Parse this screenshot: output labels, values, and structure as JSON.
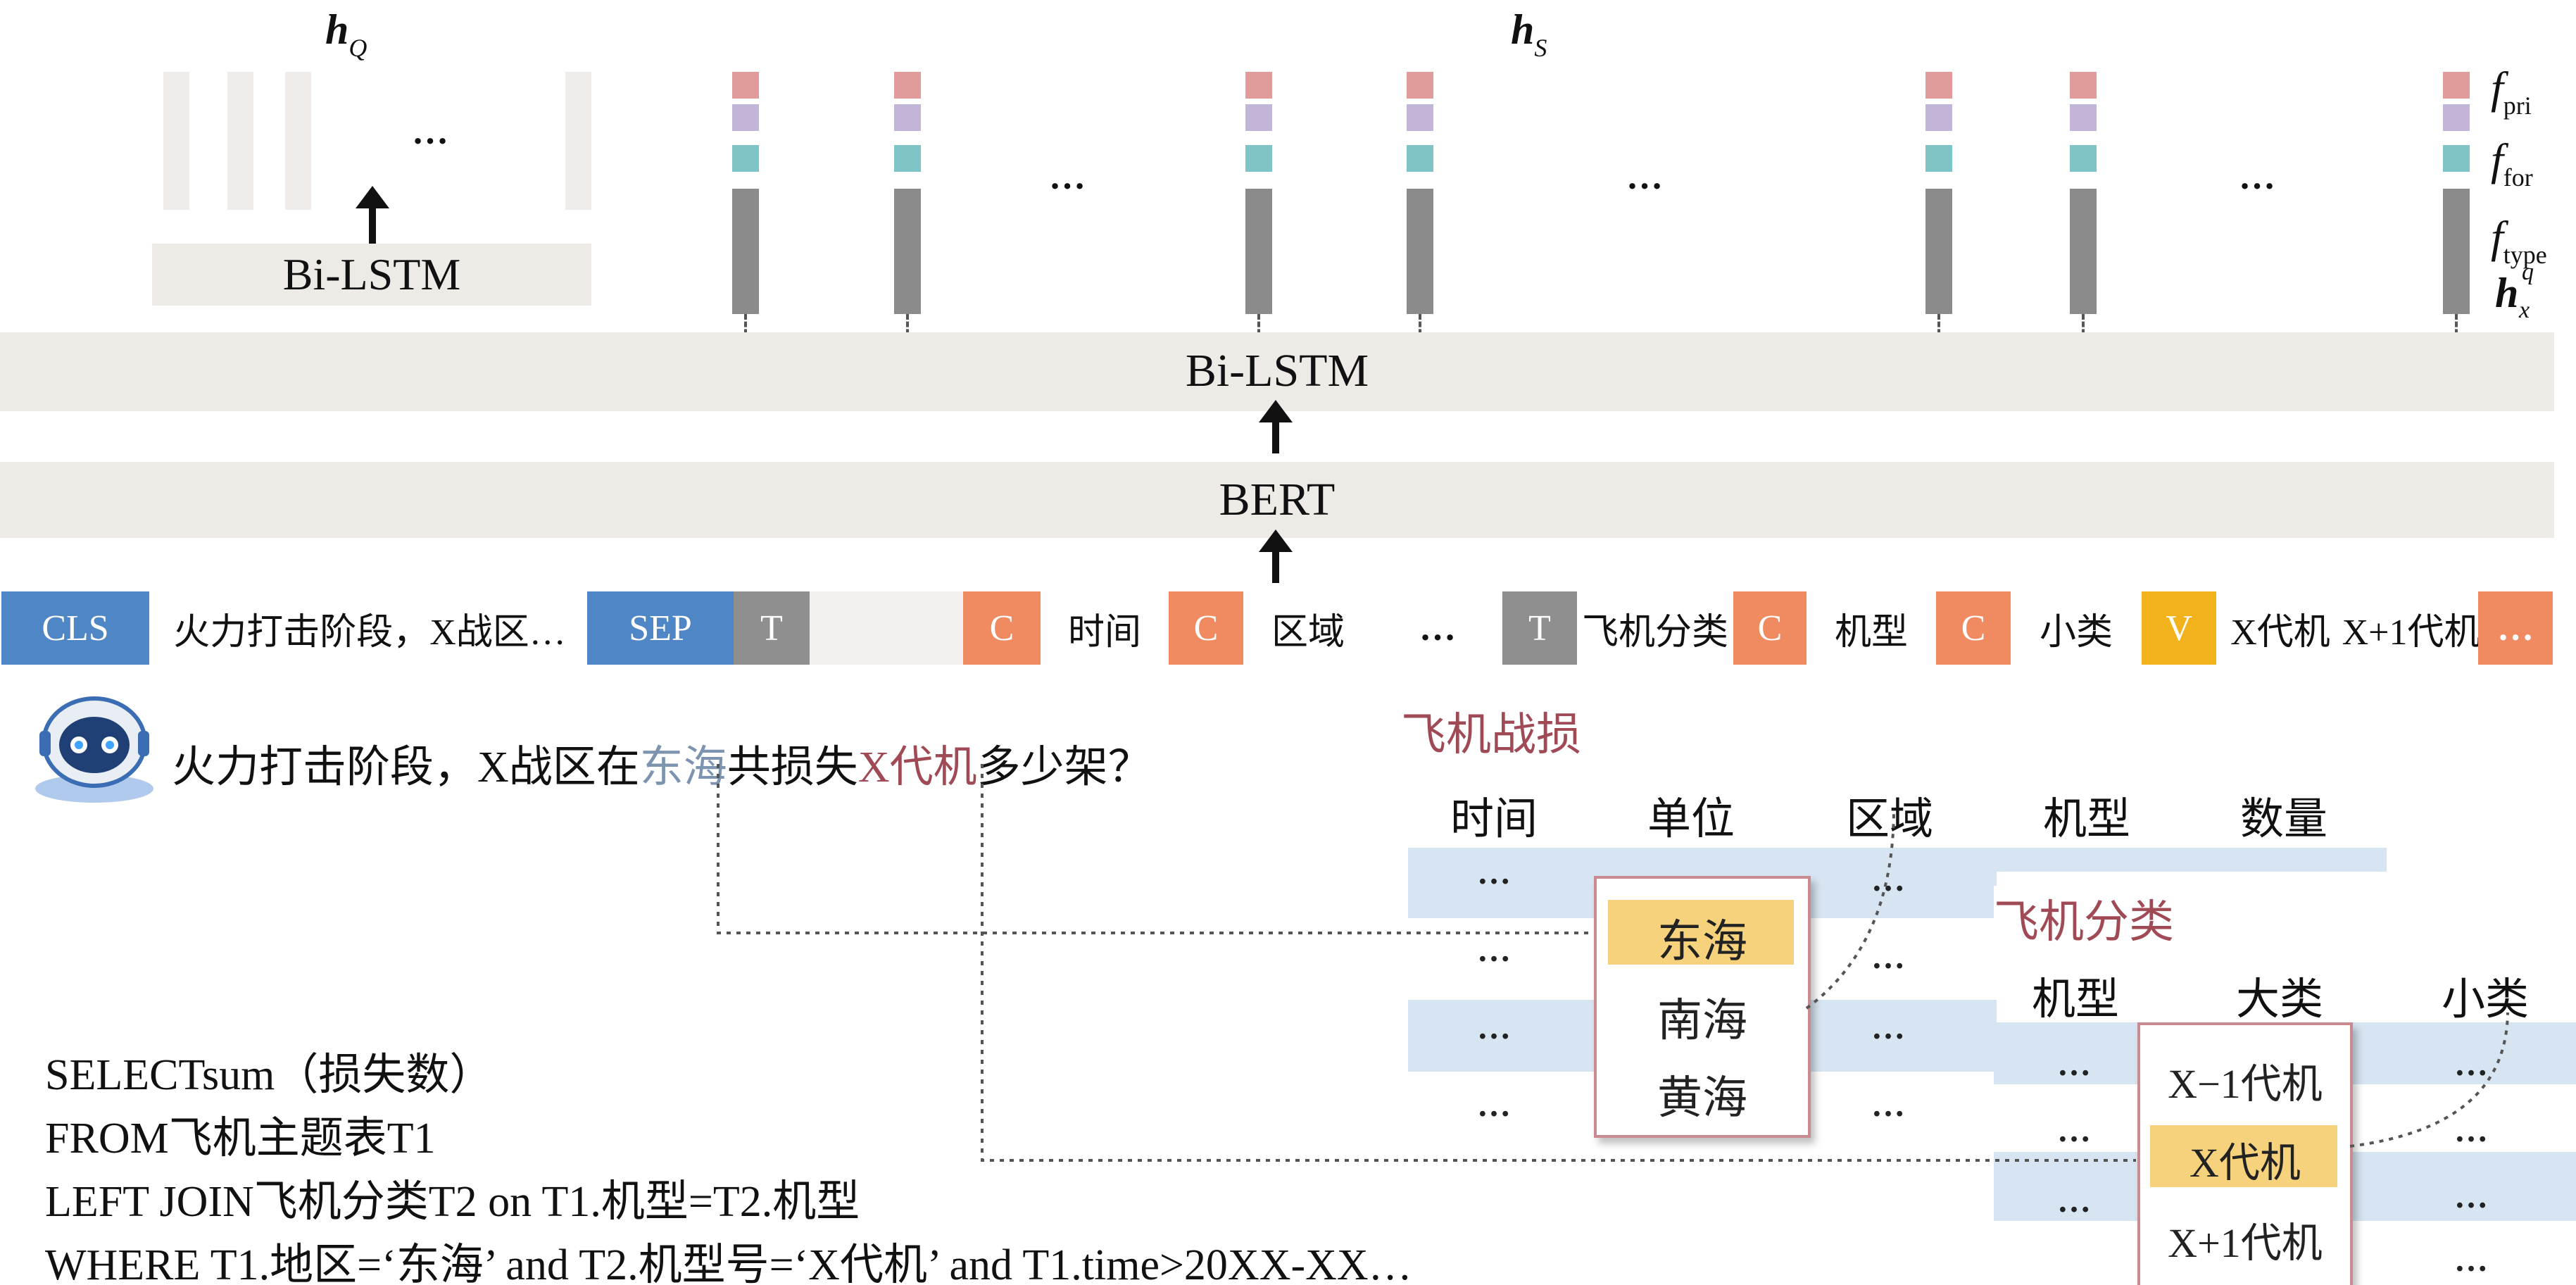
{
  "labels": {
    "hQ_main": "h",
    "hQ_sub": "Q",
    "hS_main": "h",
    "hS_sub": "S",
    "f_pri_main": "f",
    "f_pri_sub": "pri",
    "f_for_main": "f",
    "f_for_sub": "for",
    "f_type_main": "f",
    "f_type_sub": "type",
    "hx_main": "h",
    "hx_sup": "q",
    "hx_sub": "x",
    "ellipsis": "…"
  },
  "layers": {
    "small_bilstm": "Bi-LSTM",
    "bilstm": "Bi-LSTM",
    "bert": "BERT"
  },
  "tokens": {
    "cls": "CLS",
    "question": "火力打击阶段，X战区…",
    "sep": "SEP",
    "t1": "T",
    "c1": "C",
    "col1": "时间",
    "c2": "C",
    "col2": "区域",
    "dots": "…",
    "t2": "T",
    "table2": "飞机分类",
    "c3": "C",
    "col3": "机型",
    "c4": "C",
    "col4": "小类",
    "v": "V",
    "val1": "X代机",
    "val2": "X+1代机",
    "tail": "…"
  },
  "question": {
    "part1": "火力打击阶段，X战区在",
    "place": "东海",
    "part2": "共损失",
    "aircraft": "X代机",
    "part3": "多少架？"
  },
  "table1": {
    "title": "飞机战损",
    "headers": [
      "时间",
      "单位",
      "区域",
      "机型",
      "数量"
    ],
    "cell": "…",
    "popup": [
      "东海",
      "南海",
      "黄海"
    ]
  },
  "table2": {
    "title": "飞机分类",
    "headers": [
      "机型",
      "大类",
      "小类"
    ],
    "cell": "…",
    "popup": [
      "X−1代机",
      "X代机",
      "X+1代机"
    ]
  },
  "sql": [
    "SELECTsum（损失数）",
    "FROM飞机主题表T1",
    "LEFT JOIN飞机分类T2 on T1.机型=T2.机型",
    "WHERE T1.地区=‘东海’   and T2.机型号=‘X代机’   and T1.time>20XX-XX…"
  ],
  "colors": {
    "layer_bar": "#eeeae6",
    "stack_red": "#e29b9b",
    "stack_purple": "#c3b5d8",
    "stack_teal": "#7ec3c6",
    "stack_stem": "#8b8b8b",
    "token_blue": "#4f86c6",
    "token_gray": "#8f8f8f",
    "token_orange": "#f08a60",
    "token_yellow": "#f2b21b",
    "table_title": "#a04a55",
    "row_band": "#d7e4f1",
    "highlight": "#f6d27d"
  }
}
